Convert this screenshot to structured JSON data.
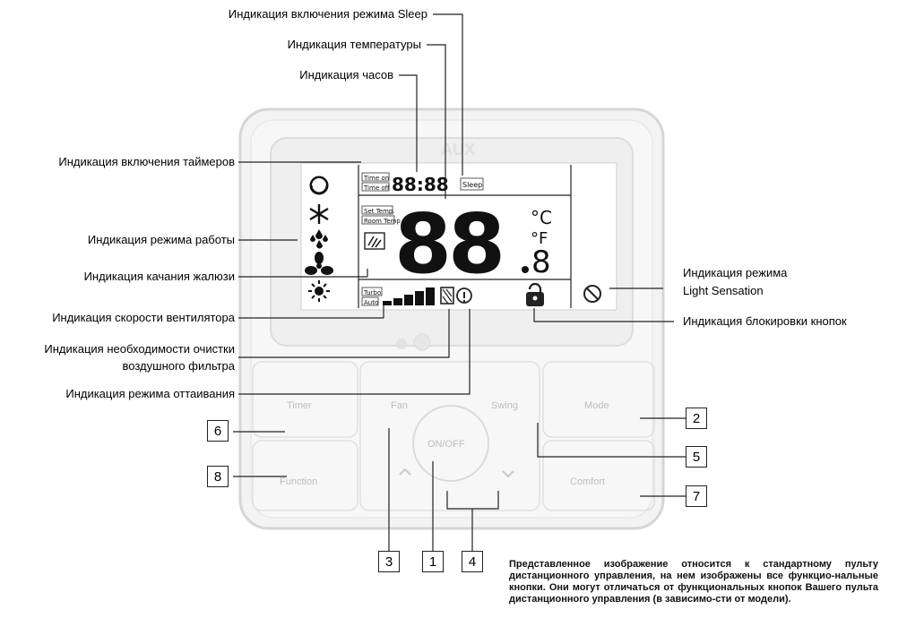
{
  "labels": {
    "sleep": "Индикация включения режима Sleep",
    "temperature": "Индикация температуры",
    "clock": "Индикация часов",
    "timers": "Индикация включения таймеров",
    "mode": "Индикация режима работы",
    "swing": "Индикация качания жалюзи",
    "fan_speed": "Индикация скорости вентилятора",
    "filter_1": "Индикация необходимости очистки",
    "filter_2": "воздушного фильтра",
    "defrost": "Индикация режима оттаивания",
    "light_1": "Индикация режима",
    "light_2": "Light Sensation",
    "lock": "Индикация блокировки кнопок"
  },
  "callouts": [
    "6",
    "8",
    "3",
    "1",
    "4",
    "2",
    "5",
    "7"
  ],
  "lcd": {
    "brand": "AUX",
    "time_on": "Time on",
    "time_off": "Time off",
    "clock": "88:88",
    "sleep": "Sleep",
    "set_temp": "Set Temp.",
    "room_temp": "Room Temp.",
    "temp_digits": "88",
    "temp_decimal": "8",
    "unit_c": "°C",
    "unit_f": "°F",
    "turbo": "Turbo",
    "auto": "Auto"
  },
  "buttons": {
    "timer": "Timer",
    "fan": "Fan",
    "swing": "Swing",
    "mode": "Mode",
    "onoff": "ON/OFF",
    "function": "Function",
    "comfort": "Comfort"
  },
  "note": "Представленное изображение относится к стандартному пульту дистанционного управления, на нем изображены все функцио-нальные кнопки. Они могут отличаться от функциональных кнопок Вашего пульта дистанционного управления (в зависимо-сти от модели)."
}
